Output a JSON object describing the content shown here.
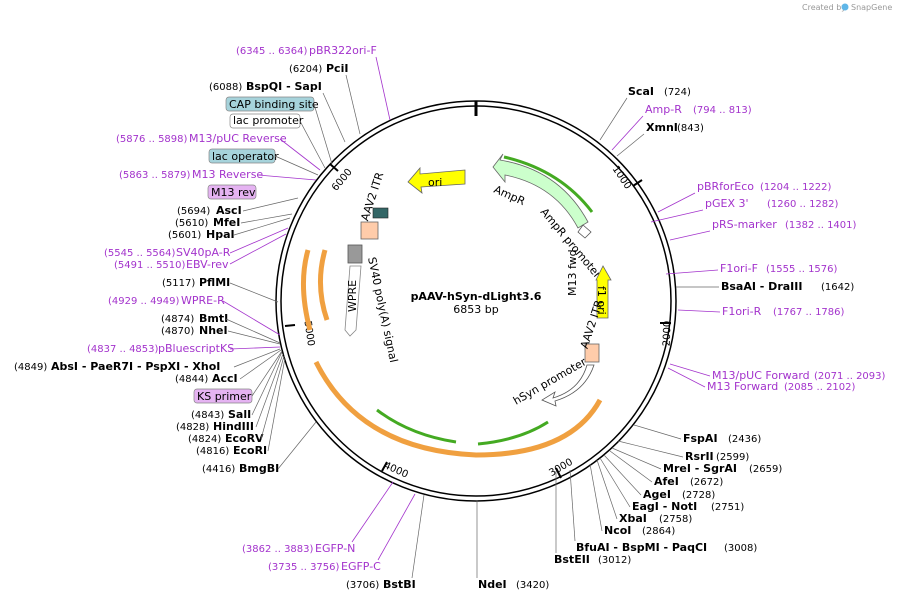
{
  "credit": {
    "created_by": "Created by",
    "brand": "SnapGene"
  },
  "plasmid": {
    "name": "pAAV-hSyn-dLight3.6",
    "size": "6853 bp"
  },
  "ticks": [
    "1000",
    "2000",
    "3000",
    "4000",
    "5000",
    "6000"
  ],
  "features": {
    "ori": "ori",
    "ampr": "AmpR",
    "ampr_promoter": "AmpR promoter",
    "f1_ori": "f1 ori",
    "m13_fwd": "M13 fwd",
    "aav2_itr_right": "AAV2 ITR",
    "hsyn_promoter": "hSyn promoter",
    "aav2_itr_left": "AAV2 ITR",
    "sv40_polya": "SV40 poly(A) signal",
    "wpre": "WPRE"
  },
  "left_labels": [
    {
      "coord": "(6345 .. 6364)",
      "name": "pBR322ori-F",
      "style": "purple"
    },
    {
      "coord": "(6204)",
      "name": "PciI",
      "style": "enzyme"
    },
    {
      "coord": "(6088)",
      "name": "BspQI  - SapI",
      "style": "enzyme"
    },
    {
      "name": "CAP binding site",
      "style": "box-blue"
    },
    {
      "name": "lac promoter",
      "style": "box-white"
    },
    {
      "coord": "(5876 .. 5898)",
      "name": "M13/pUC Reverse",
      "style": "purple"
    },
    {
      "name": "lac operator",
      "style": "box-blue"
    },
    {
      "coord": "(5863 .. 5879)",
      "name": "M13 Reverse",
      "style": "purple"
    },
    {
      "name": "M13 rev",
      "style": "box-purple"
    },
    {
      "coord": "(5694)",
      "name": "AscI",
      "style": "enzyme"
    },
    {
      "coord": "(5610)",
      "name": "MfeI",
      "style": "enzyme"
    },
    {
      "coord": "(5601)",
      "name": "HpaI",
      "style": "enzyme"
    },
    {
      "coord": "(5545 .. 5564)",
      "name": "SV40pA-R",
      "style": "purple"
    },
    {
      "coord": "(5491 .. 5510)",
      "name": "EBV-rev",
      "style": "purple"
    },
    {
      "coord": "(5117)",
      "name": "PflMI",
      "style": "enzyme"
    },
    {
      "coord": "(4929 .. 4949)",
      "name": "WPRE-R",
      "style": "purple"
    },
    {
      "coord": "(4874)",
      "name": "BmtI",
      "style": "enzyme"
    },
    {
      "coord": "(4870)",
      "name": "NheI",
      "style": "enzyme"
    },
    {
      "coord": "(4837 .. 4853)",
      "name": "pBluescriptKS",
      "style": "purple"
    },
    {
      "coord": "(4849)",
      "name": "AbsI  - PaeR7I  - PspXI  - XhoI",
      "style": "enzyme"
    },
    {
      "coord": "(4844)",
      "name": "AccI",
      "style": "enzyme"
    },
    {
      "name": "KS primer",
      "style": "box-purple"
    },
    {
      "coord": "(4843)",
      "name": "SalI",
      "style": "enzyme"
    },
    {
      "coord": "(4828)",
      "name": "HindIII",
      "style": "enzyme"
    },
    {
      "coord": "(4824)",
      "name": "EcoRV",
      "style": "enzyme"
    },
    {
      "coord": "(4816)",
      "name": "EcoRI",
      "style": "enzyme"
    },
    {
      "coord": "(4416)",
      "name": "BmgBI",
      "style": "enzyme"
    }
  ],
  "right_labels": [
    {
      "name": "ScaI",
      "coord": "(724)",
      "style": "enzyme"
    },
    {
      "name": "Amp-R",
      "coord": "(794 .. 813)",
      "style": "purple"
    },
    {
      "name": "XmnI",
      "coord": "(843)",
      "style": "enzyme"
    },
    {
      "name": "pBRforEco",
      "coord": "(1204 .. 1222)",
      "style": "purple"
    },
    {
      "name": "pGEX 3'",
      "coord": "(1260 .. 1282)",
      "style": "purple"
    },
    {
      "name": "pRS-marker",
      "coord": "(1382 .. 1401)",
      "style": "purple"
    },
    {
      "name": "F1ori-F",
      "coord": "(1555 .. 1576)",
      "style": "purple"
    },
    {
      "name": "BsaAI  - DraIII",
      "coord": "(1642)",
      "style": "enzyme"
    },
    {
      "name": "F1ori-R",
      "coord": "(1767 .. 1786)",
      "style": "purple"
    },
    {
      "name": "M13/pUC Forward",
      "coord": "(2071 .. 2093)",
      "style": "purple"
    },
    {
      "name": "M13 Forward",
      "coord": "(2085 .. 2102)",
      "style": "purple"
    },
    {
      "name": "FspAI",
      "coord": "(2436)",
      "style": "enzyme"
    },
    {
      "name": "RsrII",
      "coord": "(2599)",
      "style": "enzyme"
    },
    {
      "name": "MreI  - SgrAI",
      "coord": "(2659)",
      "style": "enzyme"
    },
    {
      "name": "AfeI",
      "coord": "(2672)",
      "style": "enzyme"
    },
    {
      "name": "AgeI",
      "coord": "(2728)",
      "style": "enzyme"
    },
    {
      "name": "EagI  - NotI",
      "coord": "(2751)",
      "style": "enzyme"
    },
    {
      "name": "XbaI",
      "coord": "(2758)",
      "style": "enzyme"
    },
    {
      "name": "NcoI",
      "coord": "(2864)",
      "style": "enzyme"
    },
    {
      "name": "BfuAI  - BspMI  - PaqCI",
      "coord": "(3008)",
      "style": "enzyme"
    },
    {
      "name": "BstEII",
      "coord": "(3012)",
      "style": "enzyme"
    }
  ],
  "bottom_labels": [
    {
      "coord": "(3862 .. 3883)",
      "name": "EGFP-N",
      "style": "purple"
    },
    {
      "coord": "(3735 .. 3756)",
      "name": "EGFP-C",
      "style": "purple"
    },
    {
      "coord": "(3706)",
      "name": "BstBI",
      "style": "enzyme"
    },
    {
      "name": "NdeI",
      "coord": "(3420)",
      "style": "enzyme"
    }
  ],
  "colors": {
    "purple": "#a333cc",
    "ori_yellow": "#ffff00",
    "ampr_green": "#ccffcc",
    "cds_orange": "#f0a040",
    "box_blue": "#a6d3db",
    "box_purple": "#e5b3f2"
  }
}
